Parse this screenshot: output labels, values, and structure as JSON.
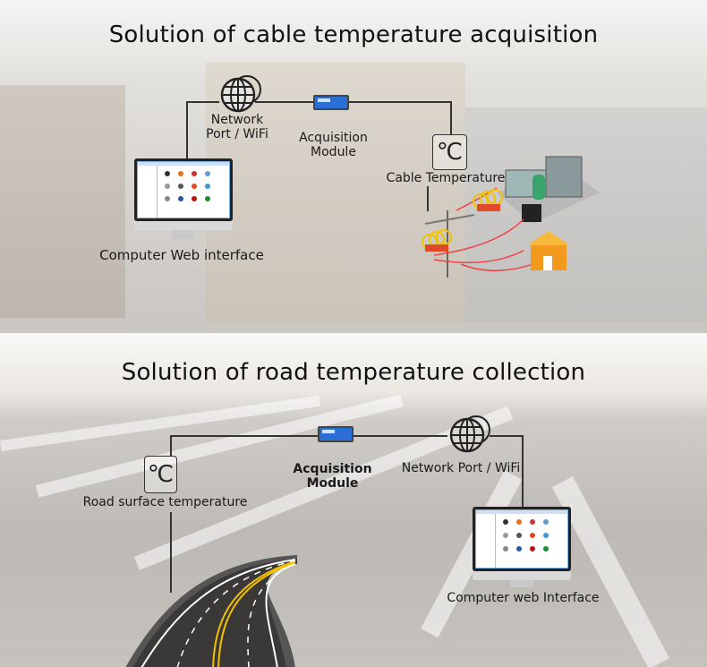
{
  "cable_section": {
    "title": "Solution of cable temperature acquisition",
    "network_label_line1": "Network",
    "network_label_line2": "Port / WiFi",
    "module_label_line1": "Acquisition",
    "module_label_line2": "Module",
    "sensor_symbol": "℃",
    "sensor_label": "Cable Temperature",
    "computer_label": "Computer Web interface"
  },
  "road_section": {
    "title": "Solution of road temperature collection",
    "sensor_symbol": "℃",
    "sensor_label": "Road surface temperature",
    "module_label": "Acquisition Module",
    "network_label": "Network Port / WiFi",
    "computer_label": "Computer web Interface"
  },
  "colors": {
    "module_blue": "#2a6fd6",
    "line": "#333333",
    "road_yellow": "#f2c200"
  }
}
